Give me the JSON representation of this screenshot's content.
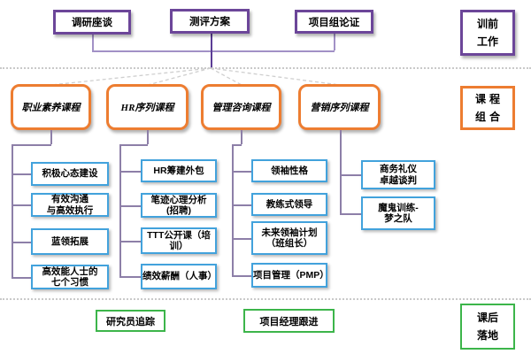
{
  "top": {
    "boxes": [
      "调研座谈",
      "测评方案",
      "项目组论证"
    ],
    "side_label": {
      "line1": "训前",
      "line2": "工作"
    }
  },
  "courses": {
    "categories": [
      {
        "title": "职业素养课程",
        "items": [
          "积极心态建设",
          "有效沟通\n与高效执行",
          "蓝领拓展",
          "高效能人士的\n七个习惯"
        ]
      },
      {
        "title": "HR序列课程",
        "items": [
          "HR筹建外包",
          "笔迹心理分析\n(招聘)",
          "TTT公开课（培\n训）",
          "绩效薪酬（人事）"
        ]
      },
      {
        "title": "管理咨询课程",
        "items": [
          "领袖性格",
          "教练式领导",
          "未来领袖计划\n（班组长）",
          "项目管理（PMP）"
        ]
      },
      {
        "title": "营销序列课程",
        "items": [
          "商务礼仪\n卓越谈判",
          "魔鬼训练-\n梦之队"
        ]
      }
    ],
    "side_label": {
      "line1": "课程",
      "line2": "组合"
    }
  },
  "bottom": {
    "boxes": [
      "研究员追踪",
      "项目经理跟进"
    ],
    "side_label": {
      "line1": "课后",
      "line2": "落地"
    }
  },
  "colors": {
    "purple": "#6C4699",
    "orange": "#ED7D31",
    "blue": "#42A2DC",
    "green": "#3CB54A",
    "connector": "#8D7FA8",
    "connector_light": "#A291C6",
    "connector_dark": "#5B3D96",
    "dotted": "#C9C9C9"
  }
}
